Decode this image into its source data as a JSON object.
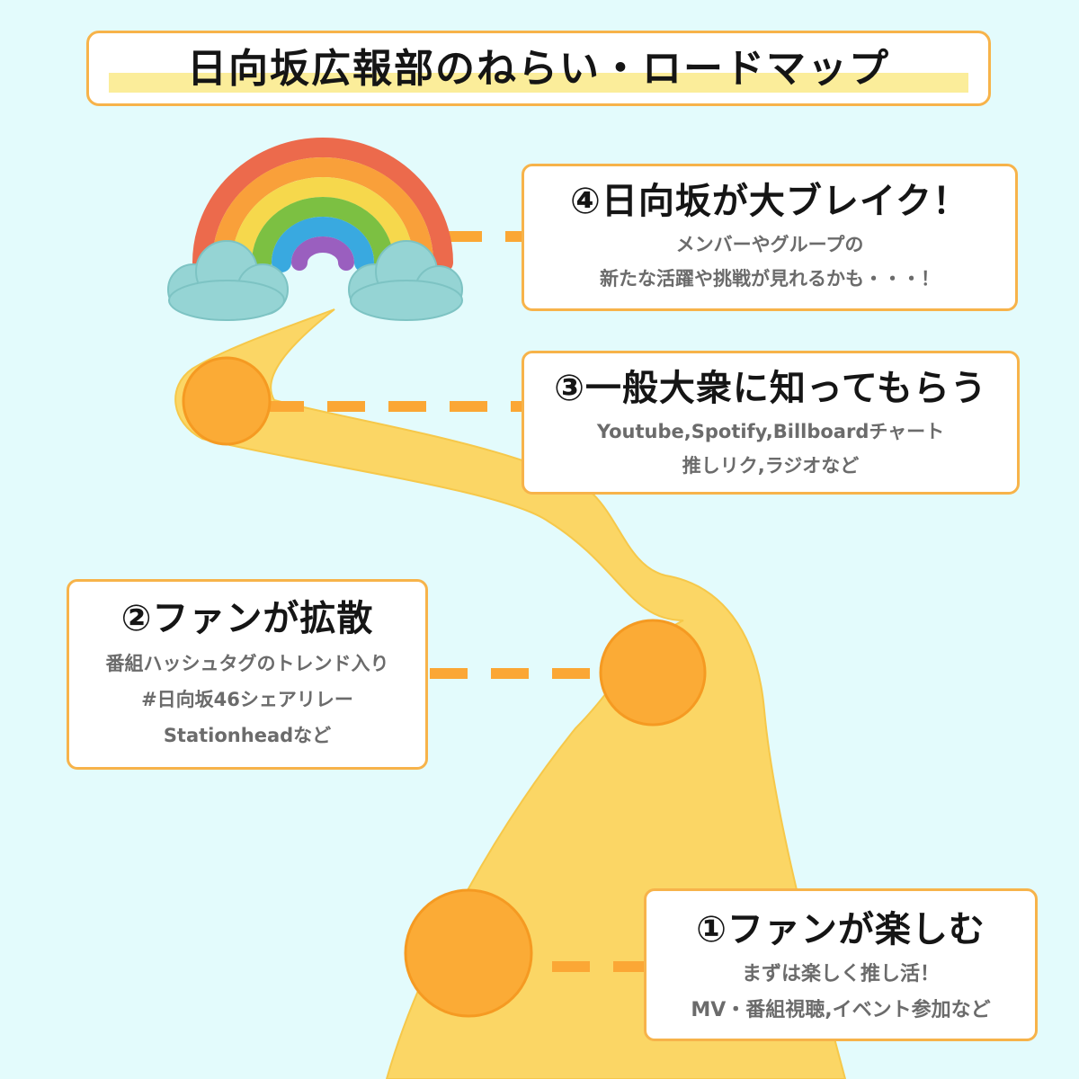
{
  "title": "日向坂広報部のねらい・ロードマップ",
  "colors": {
    "background": "#e3fbfc",
    "road": "#fbd665",
    "milestone": "#fbab36",
    "border": "#f7b34a",
    "connector": "#fba735",
    "cloud": "#95d4d4"
  },
  "icons": {
    "rainbow": "rainbow-icon",
    "clouds": "cloud-icon"
  },
  "steps": [
    {
      "heading": "①ファンが楽しむ",
      "lines": [
        "まずは楽しく推し活！",
        "MV・番組視聴,イベント参加など"
      ]
    },
    {
      "heading": "②ファンが拡散",
      "lines": [
        "番組ハッシュタグのトレンド入り",
        "#日向坂46シェアリレー",
        "Stationheadなど"
      ]
    },
    {
      "heading": "③一般大衆に知ってもらう",
      "lines": [
        "Youtube,Spotify,Billboardチャート",
        "推しリク,ラジオなど"
      ]
    },
    {
      "heading": "④日向坂が大ブレイク！",
      "lines": [
        "メンバーやグループの",
        "新たな活躍や挑戦が見れるかも・・・！"
      ]
    }
  ]
}
